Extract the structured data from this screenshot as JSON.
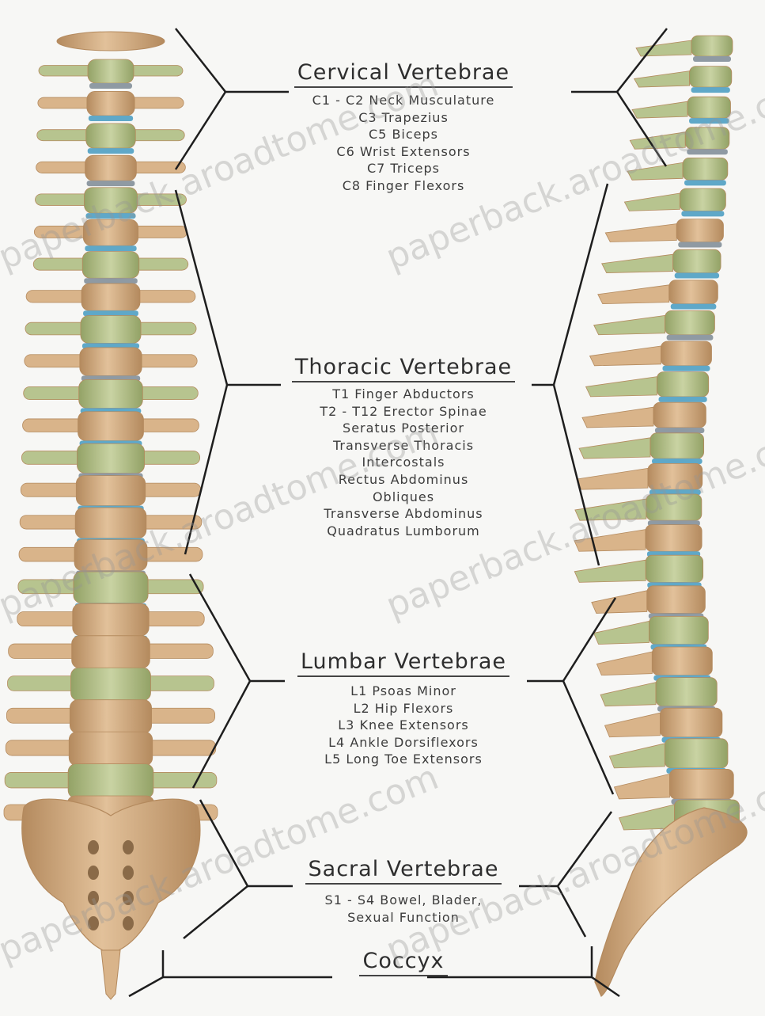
{
  "sections": [
    {
      "id": "cervical",
      "title": "Cervical Vertebrae",
      "lines": [
        "C1 - C2 Neck Musculature",
        "C3  Trapezius",
        "C5  Biceps",
        "C6  Wrist Extensors",
        "C7  Triceps",
        "C8  Finger Flexors"
      ]
    },
    {
      "id": "thoracic",
      "title": "Thoracic Vertebrae",
      "lines": [
        "T1  Finger Abductors",
        "T2 - T12  Erector Spinae",
        "Seratus Posterior",
        "Transverse Thoracis",
        "Intercostals",
        "Rectus Abdominus",
        "Obliques",
        "Transverse Abdominus",
        "Quadratus Lumborum"
      ]
    },
    {
      "id": "lumbar",
      "title": "Lumbar Vertebrae",
      "lines": [
        "L1  Psoas Minor",
        "L2  Hip Flexors",
        "L3  Knee Extensors",
        "L4  Ankle Dorsiflexors",
        "L5  Long Toe Extensors"
      ]
    },
    {
      "id": "sacral",
      "title": "Sacral Vertebrae",
      "lines": [
        "S1 - S4 Bowel, Blader,",
        "Sexual Function"
      ]
    },
    {
      "id": "coccyx",
      "title": "Coccyx",
      "lines": []
    }
  ],
  "watermark": "paperback.aroadtome.com",
  "colors": {
    "bone": "#d9b48a",
    "bone_shadow": "#b48a5e",
    "vertebra_green": "#b7c48f",
    "disc_blue": "#5fa8c8",
    "disc_grey": "#8f9aa3",
    "bracket": "#1e1e1e",
    "text": "#2e2e2e"
  }
}
